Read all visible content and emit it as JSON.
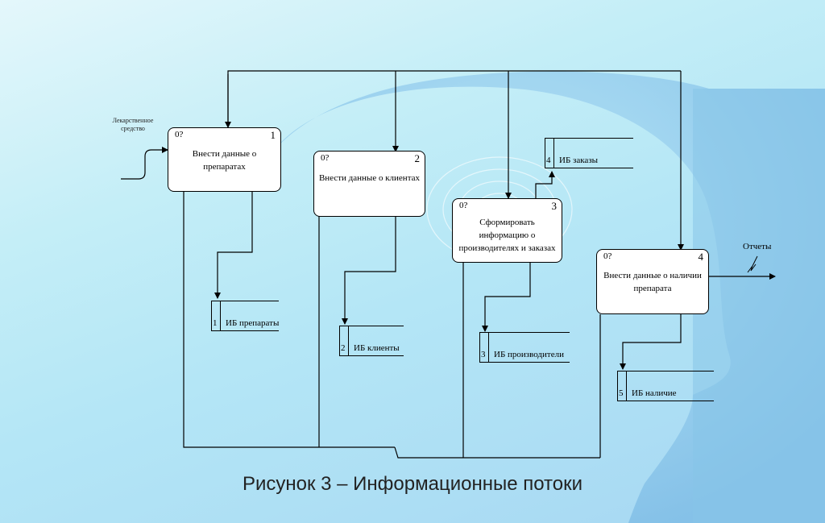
{
  "processes": [
    {
      "id": "p1",
      "cost": "0?",
      "num": "1",
      "title": "Внести данные о препаратах"
    },
    {
      "id": "p2",
      "cost": "0?",
      "num": "2",
      "title": "Внести данные о клиентах"
    },
    {
      "id": "p3",
      "cost": "0?",
      "num": "3",
      "title": "Сформировать информацию о производителях и заказах"
    },
    {
      "id": "p4",
      "cost": "0?",
      "num": "4",
      "title": "Внести данные о наличии препарата"
    }
  ],
  "stores": [
    {
      "id": "1",
      "name": "ИБ препараты"
    },
    {
      "id": "2",
      "name": "ИБ клиенты"
    },
    {
      "id": "3",
      "name": "ИБ производители"
    },
    {
      "id": "4",
      "name": "ИБ заказы"
    },
    {
      "id": "5",
      "name": "ИБ наличие"
    }
  ],
  "labels": {
    "input": "Лекарственное средство",
    "output": "Отчеты"
  },
  "caption": "Рисунок 3 – Информационные потоки",
  "colors": {
    "background": "#b8e8f6",
    "head_silhouette": "#8ec7ea"
  }
}
